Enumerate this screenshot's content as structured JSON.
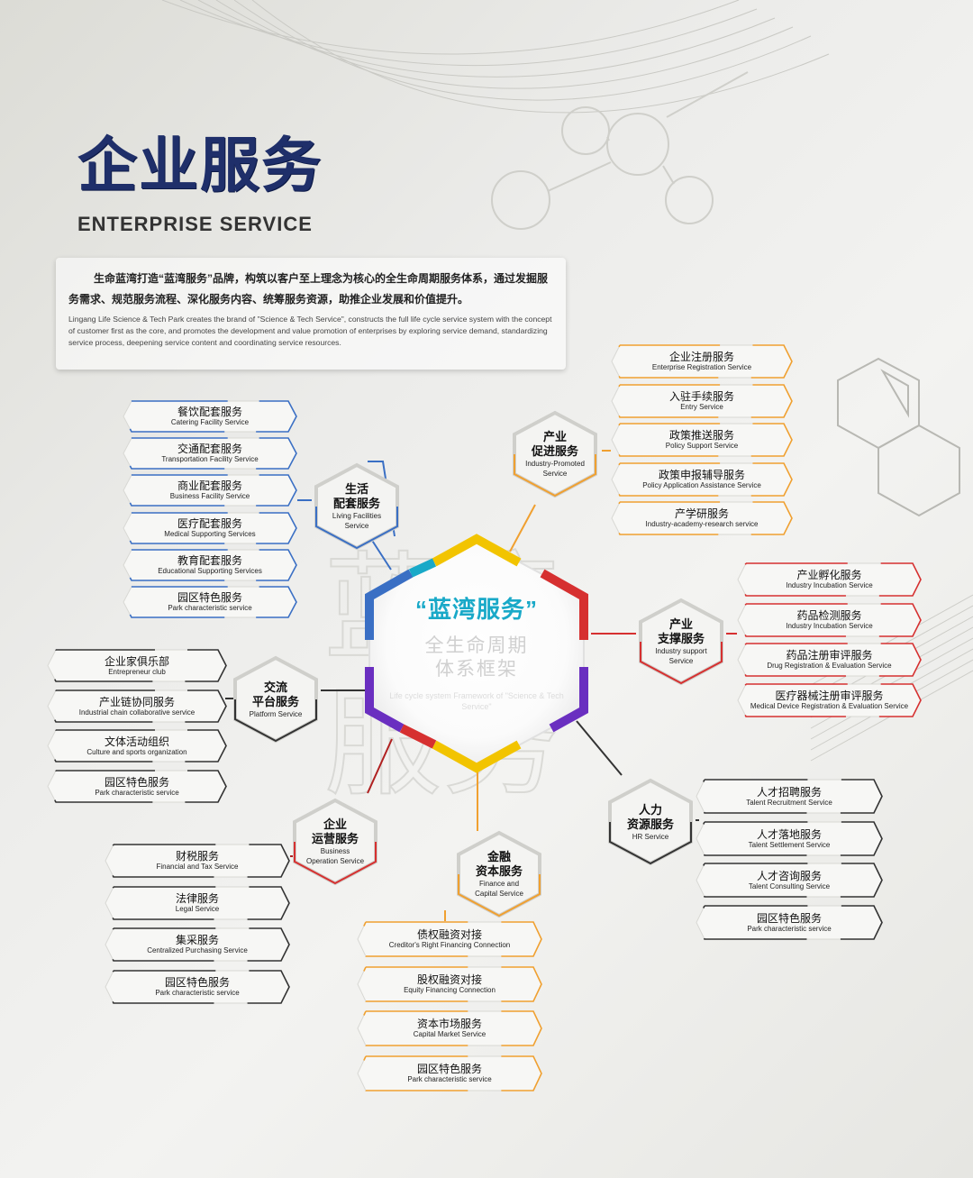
{
  "title_cn": "企业服务",
  "title_en": "ENTERPRISE SERVICE",
  "intro": {
    "cn": "生命蓝湾打造“蓝湾服务”品牌，构筑以客户至上理念为核心的全生命周期服务体系，通过发掘服务需求、规范服务流程、深化服务内容、统筹服务资源，助推企业发展和价值提升。",
    "en": "Lingang Life Science & Tech Park creates the brand of \"Science & Tech Service\", constructs the full life cycle service system with the concept of customer first as the core, and promotes the development and value promotion of enterprises by exploring service demand, standardizing service process, deepening service content and coordinating service resources."
  },
  "core": {
    "title": "“蓝湾服务”",
    "sub1": "全生命周期",
    "sub2": "体系框架",
    "en": "Life cycle system Framework of \"Science & Tech Service\""
  },
  "colors": {
    "title": "#1f2f6a",
    "orange": "#f0a030",
    "blue": "#3a6fc4",
    "red": "#d63030",
    "dark": "#333333",
    "cyan": "#19a9c8",
    "purple": "#6a2fc0",
    "yellow": "#f2c400"
  },
  "hubs": {
    "industry_promoted": {
      "cn1": "产业",
      "cn2": "促进服务",
      "en1": "Industry-Promoted",
      "en2": "Service"
    },
    "living": {
      "cn1": "生活",
      "cn2": "配套服务",
      "en1": "Living Facilities",
      "en2": "Service"
    },
    "industry_support": {
      "cn1": "产业",
      "cn2": "支撑服务",
      "en1": "Industry support",
      "en2": "Service"
    },
    "platform": {
      "cn1": "交流",
      "cn2": "平台服务",
      "en1": "Platform Service",
      "en2": ""
    },
    "hr": {
      "cn1": "人力",
      "cn2": "资源服务",
      "en1": "HR Service",
      "en2": ""
    },
    "operation": {
      "cn1": "企业",
      "cn2": "运营服务",
      "en1": "Business",
      "en2": "Operation Service"
    },
    "finance": {
      "cn1": "金融",
      "cn2": "资本服务",
      "en1": "Finance and",
      "en2": "Capital Service"
    }
  },
  "groups": {
    "industry_promoted": [
      {
        "cn": "企业注册服务",
        "en": "Enterprise Registration Service"
      },
      {
        "cn": "入驻手续服务",
        "en": "Entry Service"
      },
      {
        "cn": "政策推送服务",
        "en": "Policy Support Service"
      },
      {
        "cn": "政策申报辅导服务",
        "en": "Policy Application Assistance Service"
      },
      {
        "cn": "产学研服务",
        "en": "Industry-academy-research service"
      }
    ],
    "living": [
      {
        "cn": "餐饮配套服务",
        "en": "Catering Facility Service"
      },
      {
        "cn": "交通配套服务",
        "en": "Transportation Facility Service"
      },
      {
        "cn": "商业配套服务",
        "en": "Business Facility Service"
      },
      {
        "cn": "医疗配套服务",
        "en": "Medical Supporting Services"
      },
      {
        "cn": "教育配套服务",
        "en": "Educational Supporting Services"
      },
      {
        "cn": "园区特色服务",
        "en": "Park characteristic service"
      }
    ],
    "industry_support": [
      {
        "cn": "产业孵化服务",
        "en": "Industry Incubation Service"
      },
      {
        "cn": "药品检测服务",
        "en": "Industry Incubation Service"
      },
      {
        "cn": "药品注册审评服务",
        "en": "Drug Registration & Evaluation Service"
      },
      {
        "cn": "医疗器械注册审评服务",
        "en": "Medical Device Registration & Evaluation Service"
      }
    ],
    "platform": [
      {
        "cn": "企业家俱乐部",
        "en": "Entrepreneur club"
      },
      {
        "cn": "产业链协同服务",
        "en": "Industrial chain collaborative service"
      },
      {
        "cn": "文体活动组织",
        "en": "Culture and sports organization"
      },
      {
        "cn": "园区特色服务",
        "en": "Park characteristic service"
      }
    ],
    "hr": [
      {
        "cn": "人才招聘服务",
        "en": "Talent Recruitment Service"
      },
      {
        "cn": "人才落地服务",
        "en": "Talent Settlement Service"
      },
      {
        "cn": "人才咨询服务",
        "en": "Talent Consulting Service"
      },
      {
        "cn": "园区特色服务",
        "en": "Park characteristic service"
      }
    ],
    "operation": [
      {
        "cn": "财税服务",
        "en": "Financial and Tax Service"
      },
      {
        "cn": "法律服务",
        "en": "Legal Service"
      },
      {
        "cn": "集采服务",
        "en": "Centralized Purchasing Service"
      },
      {
        "cn": "园区特色服务",
        "en": "Park characteristic service"
      }
    ],
    "finance": [
      {
        "cn": "债权融资对接",
        "en": "Creditor's Right Financing Connection"
      },
      {
        "cn": "股权融资对接",
        "en": "Equity Financing Connection"
      },
      {
        "cn": "资本市场服务",
        "en": "Capital Market Service"
      },
      {
        "cn": "园区特色服务",
        "en": "Park characteristic service"
      }
    ]
  }
}
